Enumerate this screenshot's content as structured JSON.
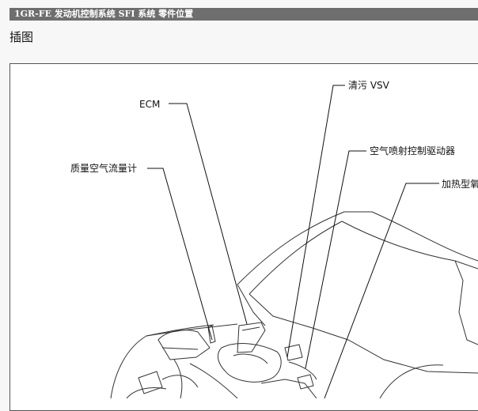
{
  "page": {
    "title_bar": "1GR-FE 发动机控制系统  SFI 系统  零件位置",
    "section_heading": "插图"
  },
  "illustration": {
    "labels": {
      "ecm": "ECM",
      "purge_vsv": "清污 VSV",
      "air_injection_driver": "空气喷射控制驱动器",
      "mass_air_flow_meter": "质量空气流量计",
      "heated_sensor": "加热型氧"
    }
  }
}
